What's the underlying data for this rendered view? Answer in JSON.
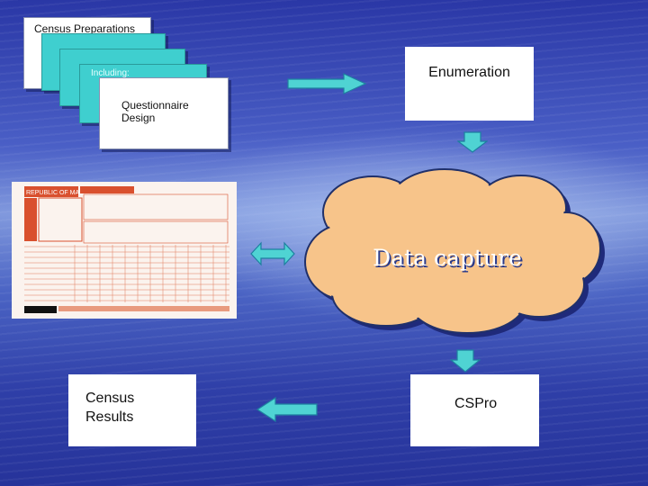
{
  "census_prep": {
    "title": "Census Preparations",
    "including": "Including:",
    "questionnaire_line1": "Questionnaire",
    "questionnaire_line2": "Design"
  },
  "enumeration": {
    "label": "Enumeration"
  },
  "data_capture": {
    "label": "Data capture"
  },
  "cspro": {
    "label": "CSPro"
  },
  "census_results": {
    "line1": "Census",
    "line2": "Results"
  },
  "questionnaire_form": {
    "header": "REPUBLIC OF MALAWI"
  },
  "colors": {
    "teal": "#3fcfcf",
    "cloud_fill": "#f7c48a",
    "cloud_text": "#ffffff",
    "form_red": "#d9502e",
    "arrow_fill": "#4fd3d3"
  }
}
